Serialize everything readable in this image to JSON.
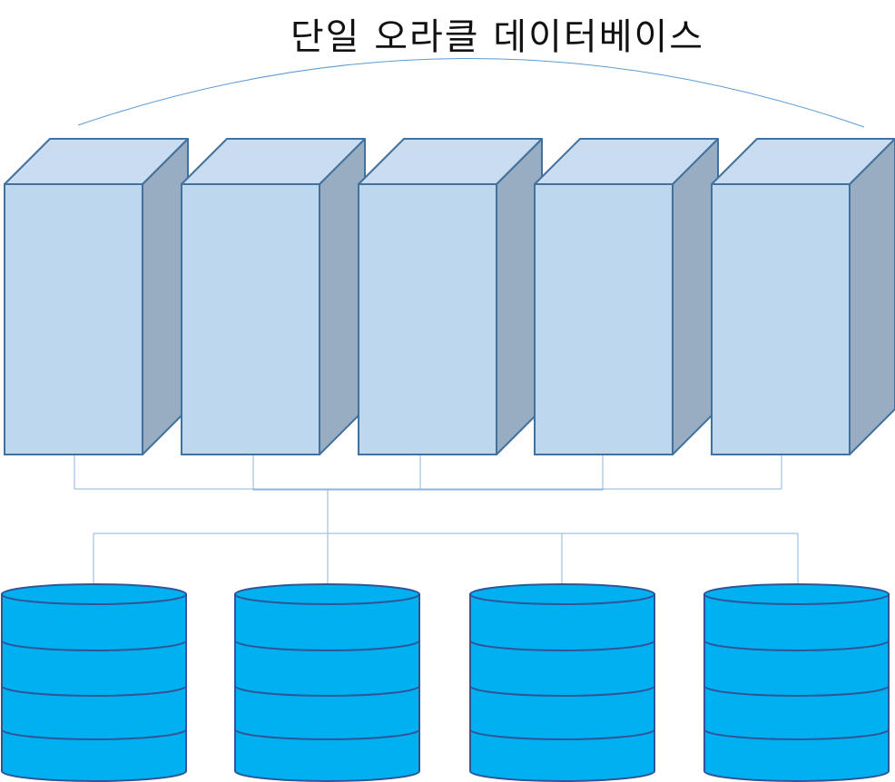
{
  "diagram": {
    "title": "단일 오라클 데이터베이스",
    "server_count": 5,
    "storage_count": 4,
    "colors": {
      "server_front": "#BDD7EE",
      "server_top": "#C9DCF0",
      "server_side": "#98ADC2",
      "server_stroke": "#41719C",
      "storage_fill": "#00B0F0",
      "storage_stroke": "#2F5597",
      "connector": "#8DB4DD",
      "arc": "#5B9BD5"
    }
  }
}
